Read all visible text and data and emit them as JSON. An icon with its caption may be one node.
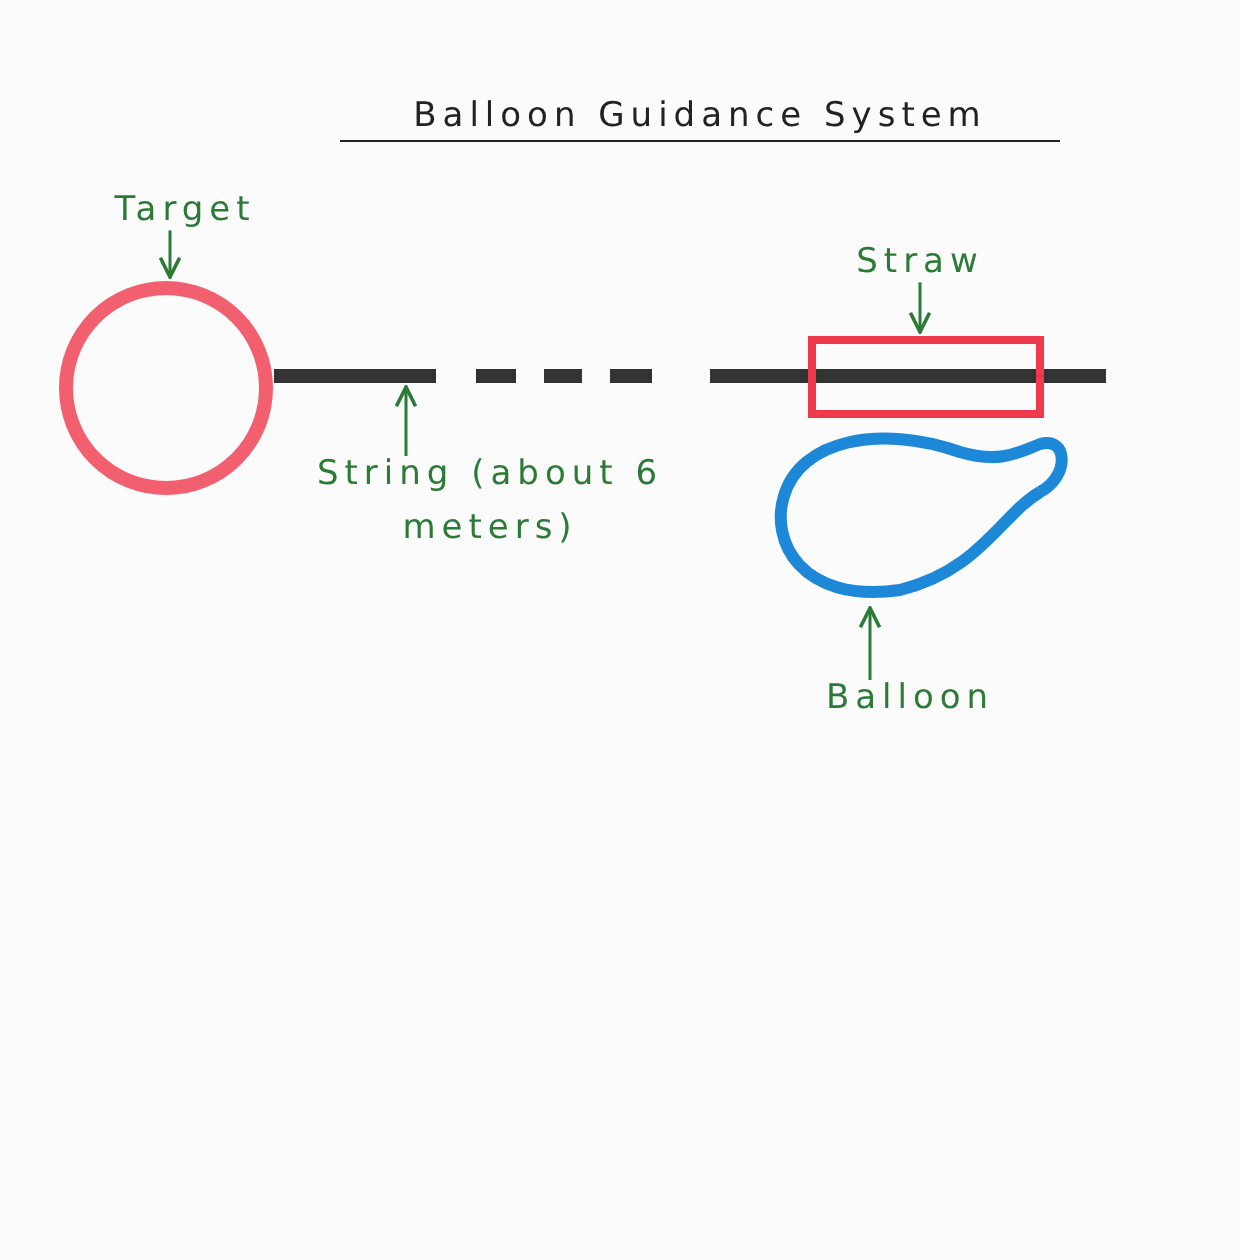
{
  "diagram": {
    "title": "Balloon Guidance System",
    "nodes": [
      {
        "text": [
          "Target"
        ]
      },
      {
        "text": [],
        "shape": "circle"
      },
      {
        "text": [],
        "shape": "line"
      },
      {
        "text": [
          "String (about 6 meters)"
        ]
      },
      {
        "text": [
          "Straw"
        ]
      },
      {
        "text": [],
        "shape": "box"
      },
      {
        "text": [],
        "shape": "balloon"
      },
      {
        "text": [
          "Balloon"
        ]
      }
    ],
    "edges": [
      {
        "from": 0,
        "to": 1,
        "arrow": "to"
      },
      {
        "from": 3,
        "to": 2,
        "arrow": "to"
      },
      {
        "from": 4,
        "to": 5,
        "arrow": "to"
      },
      {
        "from": 7,
        "to": 6,
        "arrow": "to"
      }
    ]
  }
}
